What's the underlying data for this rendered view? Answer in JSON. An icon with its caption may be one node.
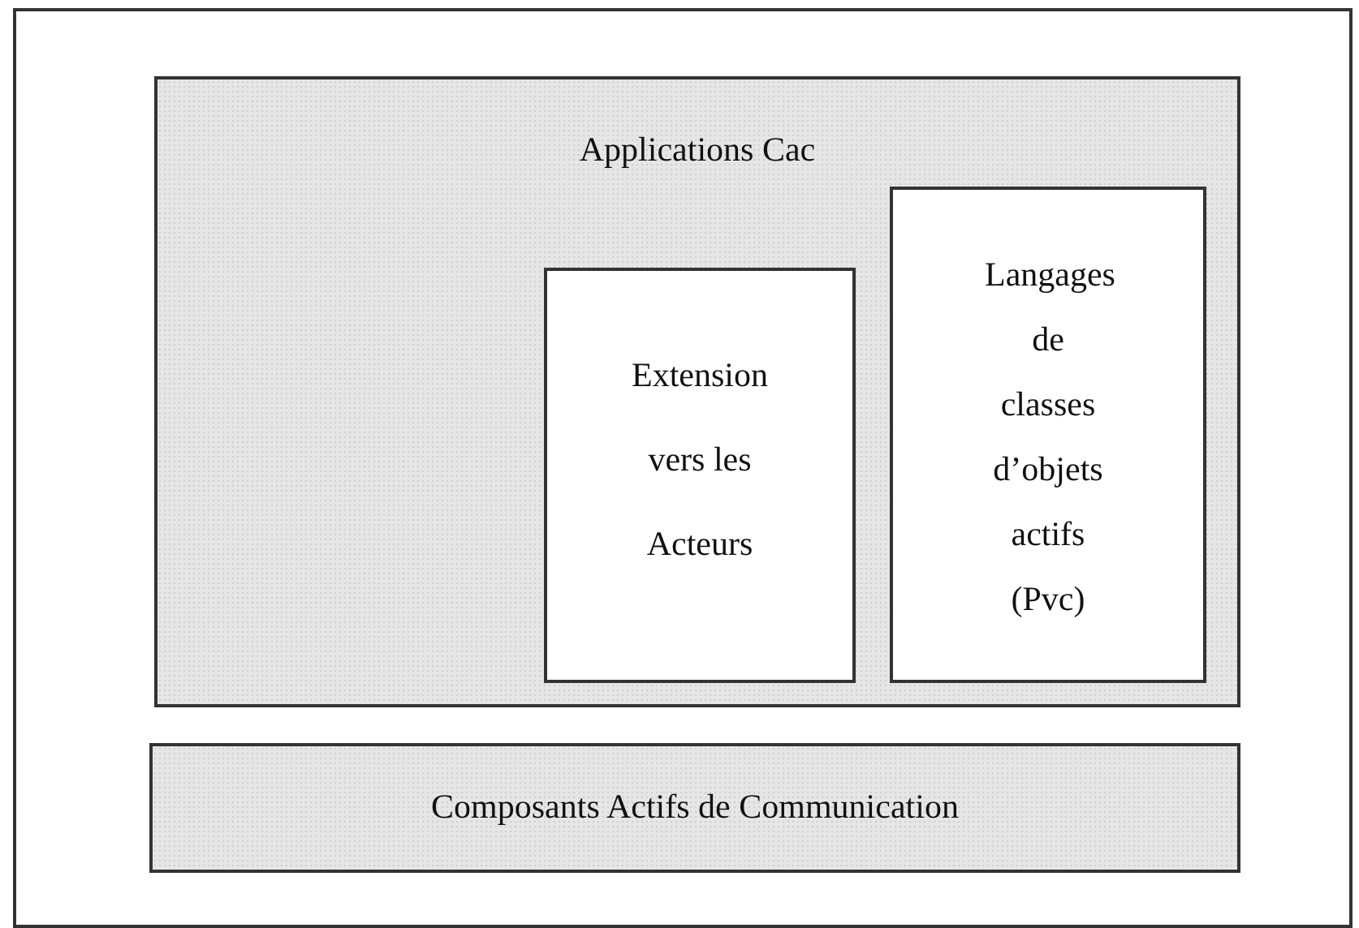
{
  "diagram": {
    "nodes": [
      {
        "text": [
          "Applications Cac"
        ]
      },
      {
        "text": [
          "Extension vers les Acteurs"
        ],
        "in": 0
      },
      {
        "text": [
          "Langages de classes d’objets actifs (Pvc)"
        ],
        "in": 0
      },
      {
        "text": [
          "Composants Actifs de Communication"
        ]
      }
    ]
  }
}
